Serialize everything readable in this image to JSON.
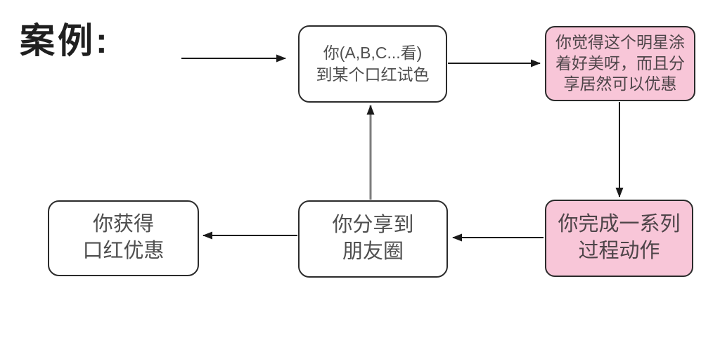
{
  "title": "案例:",
  "colors": {
    "pink_fill": "#f8c6d8",
    "box_border": "#2b2b2b",
    "arrow": "#1a1a1a",
    "up_arrow_line": "#7d7d7d",
    "title_text": "#1f1f1f",
    "box_text_gray": "#4f4f4f",
    "pink_box_text": "#4e4549"
  },
  "nodes": [
    {
      "id": "see-swatch",
      "style": "white",
      "label": "你(A,B,C...看)\n到某个口红试色"
    },
    {
      "id": "star-beautiful",
      "style": "pink",
      "label": "你觉得这个明星涂\n着好美呀，而且分\n享居然可以优惠"
    },
    {
      "id": "complete-actions",
      "style": "pink",
      "label": "你完成一系列\n过程动作"
    },
    {
      "id": "share-moments",
      "style": "white",
      "label": "你分享到\n朋友圈"
    },
    {
      "id": "get-discount",
      "style": "white",
      "label": "你获得\n口红优惠"
    }
  ],
  "edges": [
    {
      "from": "start",
      "to": "see-swatch",
      "direction": "right"
    },
    {
      "from": "see-swatch",
      "to": "star-beautiful",
      "direction": "right"
    },
    {
      "from": "star-beautiful",
      "to": "complete-actions",
      "direction": "down"
    },
    {
      "from": "complete-actions",
      "to": "share-moments",
      "direction": "left"
    },
    {
      "from": "share-moments",
      "to": "get-discount",
      "direction": "left"
    },
    {
      "from": "share-moments",
      "to": "see-swatch",
      "direction": "up"
    }
  ]
}
